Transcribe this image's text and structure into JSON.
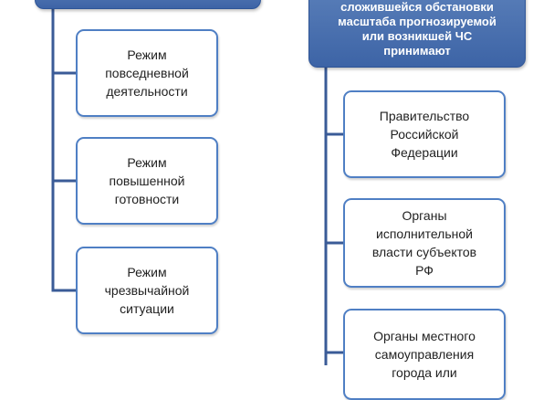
{
  "header_left": {
    "text": ""
  },
  "header_right": {
    "text": "сложившейся обстановки\nмасштаба прогнозируемой\nили возникшей ЧС\nпринимают"
  },
  "regimes": [
    {
      "label": "Режим\nповседневной\nдеятельности"
    },
    {
      "label": "Режим\nповышенной\nготовности"
    },
    {
      "label": "Режим\nчрезвычайной\nситуации"
    }
  ],
  "decision_bodies": [
    {
      "label": "Правительство\nРоссийской\nФедерации"
    },
    {
      "label": "Органы\nисполнительной\nвласти субъектов\nРФ"
    },
    {
      "label": "Органы местного\nсамоуправления\nгорода или"
    }
  ],
  "colors": {
    "header_fill": "#4a72b2",
    "node_border": "#4f7fc4",
    "connector": "#3a5b97"
  }
}
